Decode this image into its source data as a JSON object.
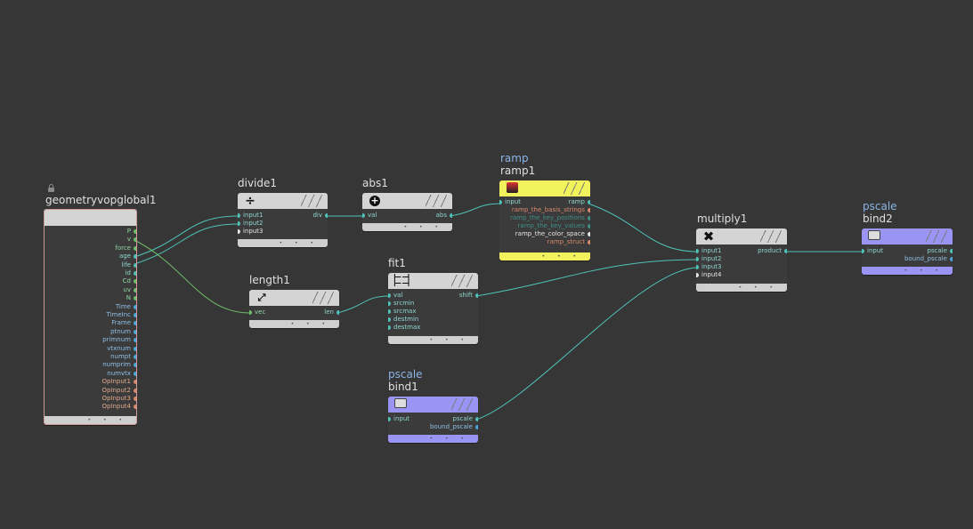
{
  "colors": {
    "background": "#363636",
    "wire": "#4fc3b9",
    "wire_green": "#6fbf6a",
    "ramp_header": "#f2f25c",
    "bind_header": "#9a95f5",
    "global_border": "#d09a9a"
  },
  "nodes": {
    "global": {
      "title": "geometryvopglobal1",
      "outputs": [
        "P",
        "v",
        "force",
        "age",
        "life",
        "id",
        "Cd",
        "uv",
        "N",
        "Time",
        "TimeInc",
        "Frame",
        "ptnum",
        "primnum",
        "vtxnum",
        "numpt",
        "numprim",
        "numvtx",
        "OpInput1",
        "OpInput2",
        "OpInput3",
        "OpInput4"
      ]
    },
    "divide": {
      "title": "divide1",
      "icon": "divide-icon",
      "inputs": [
        "input1",
        "input2",
        "input3"
      ],
      "outputs": [
        "div"
      ]
    },
    "abs": {
      "title": "abs1",
      "icon": "plus-circle-icon",
      "inputs": [
        "val"
      ],
      "outputs": [
        "abs"
      ]
    },
    "ramp": {
      "subtitle": "ramp",
      "title": "ramp1",
      "icon": "ramp-icon",
      "inputs": [
        "input"
      ],
      "outputs": [
        "ramp",
        "ramp_the_basis_strings",
        "ramp_the_key_positions",
        "ramp_the_key_values",
        "ramp_the_color_space",
        "ramp_struct"
      ]
    },
    "length": {
      "title": "length1",
      "icon": "ruler-icon",
      "inputs": [
        "vec"
      ],
      "outputs": [
        "len"
      ]
    },
    "fit": {
      "title": "fit1",
      "icon": "fit-range-icon",
      "inputs": [
        "val",
        "srcmin",
        "srcmax",
        "destmin",
        "destmax"
      ],
      "outputs": [
        "shift"
      ]
    },
    "bind1": {
      "subtitle": "pscale",
      "title": "bind1",
      "icon": "bind-icon",
      "inputs": [
        "input"
      ],
      "outputs": [
        "pscale",
        "bound_pscale"
      ]
    },
    "multiply": {
      "title": "multiply1",
      "icon": "multiply-icon",
      "inputs": [
        "input1",
        "input2",
        "input3",
        "input4"
      ],
      "outputs": [
        "product"
      ]
    },
    "bind2": {
      "subtitle": "pscale",
      "title": "bind2",
      "icon": "bind-icon",
      "inputs": [
        "input"
      ],
      "outputs": [
        "pscale",
        "bound_pscale"
      ]
    }
  }
}
